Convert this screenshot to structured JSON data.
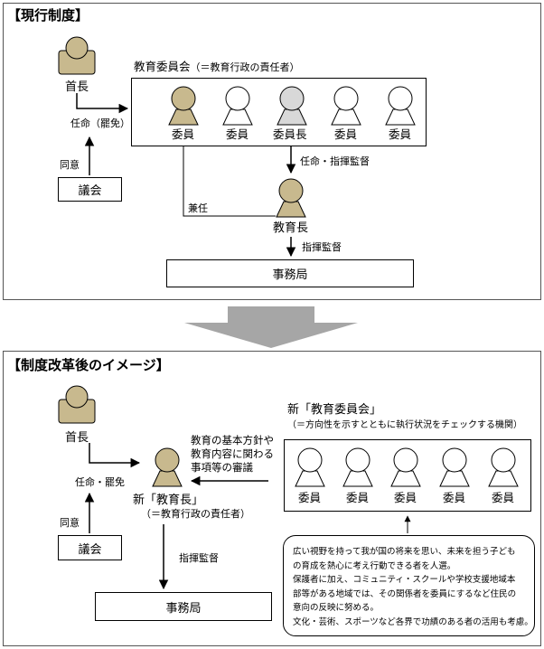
{
  "colors": {
    "figure_filled": "#c8b98e",
    "figure_gray": "#d8d8d8",
    "figure_white": "#ffffff",
    "outline": "#000000",
    "transition_arrow": "#a6a6a6"
  },
  "current": {
    "heading": "【現行制度】",
    "head": "首長",
    "appoint": "任命（罷免）",
    "consent": "同意",
    "council": "議会",
    "board_title": "教育委員会",
    "board_note": "（＝教育行政の責任者）",
    "members": [
      "委員",
      "委員",
      "委員長",
      "委員",
      "委員"
    ],
    "direct_label": "任命・指揮監督",
    "concurrent": "兼任",
    "superintendent": "教育長",
    "supervise": "指揮監督",
    "office": "事務局"
  },
  "reform": {
    "heading": "【制度改革後のイメージ】",
    "head": "首長",
    "appoint": "任命・罷免",
    "consent": "同意",
    "council": "議会",
    "superintendent": "新「教育長」",
    "superintendent_note": "（＝教育行政の責任者）",
    "deliberation": [
      "教育の基本方針や",
      "教育内容に関わる",
      "事項等の審議"
    ],
    "board_title": "新「教育委員会」",
    "board_note": "（＝方向性を示すとともに執行状況をチェックする機関）",
    "members": [
      "委員",
      "委員",
      "委員",
      "委員",
      "委員"
    ],
    "supervise": "指揮監督",
    "office": "事務局",
    "callout": [
      "広い視野を持って我が国の将来を思い、未来を担う子ども",
      "の育成を熱心に考え行動できる者を人選。",
      "保護者に加え、コミュニティ・スクールや学校支援地域本",
      "部等がある地域では、その関係者を委員にするなど住民の",
      "意向の反映に努める。",
      "文化・芸術、スポーツなど各界で功績のある者の活用も考慮。"
    ]
  }
}
